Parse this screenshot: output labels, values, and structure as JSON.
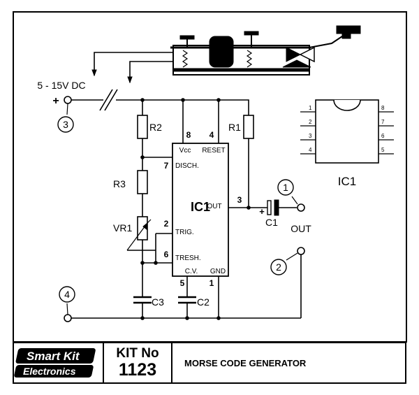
{
  "supply": {
    "label": "5 - 15V DC",
    "polarity": "+"
  },
  "resistors": {
    "r1": "R1",
    "r2": "R2",
    "r3": "R3",
    "vr1": "VR1"
  },
  "capacitors": {
    "c1": "C1",
    "c1_polarity": "+",
    "c2": "C2",
    "c3": "C3"
  },
  "ic": {
    "name": "IC1",
    "pins": {
      "vcc": {
        "num": "8",
        "name": "Vcc"
      },
      "reset": {
        "num": "4",
        "name": "RESET"
      },
      "disch": {
        "num": "7",
        "name": "DISCH."
      },
      "trig": {
        "num": "2",
        "name": "TRIG."
      },
      "tresh": {
        "num": "6",
        "name": "TRESH."
      },
      "out": {
        "num": "3",
        "name": "OUT"
      },
      "cv": {
        "num": "5",
        "name": "C.V."
      },
      "gnd": {
        "num": "1",
        "name": "GND"
      }
    }
  },
  "package": {
    "name": "IC1",
    "left_pins": [
      "1",
      "2",
      "3",
      "4"
    ],
    "right_pins": [
      "8",
      "7",
      "6",
      "5"
    ]
  },
  "terminals": {
    "t1": "1",
    "t2": "2",
    "t3": "3",
    "t4": "4"
  },
  "output_label": "OUT",
  "footer": {
    "brand_line1": "Smart Kit",
    "brand_line2": "Electronics",
    "kit_label": "KIT No",
    "kit_number": "1123",
    "title": "MORSE CODE GENERATOR"
  }
}
